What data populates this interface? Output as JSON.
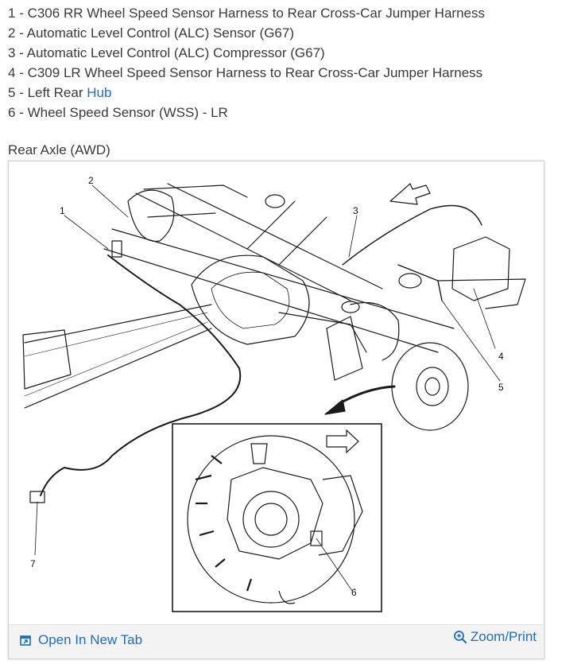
{
  "legend": [
    {
      "num": "1",
      "text": "C306 RR Wheel Speed Sensor Harness to Rear Cross-Car Jumper Harness"
    },
    {
      "num": "2",
      "text": "Automatic Level Control (ALC) Sensor (G67)"
    },
    {
      "num": "3",
      "text": "Automatic Level Control (ALC) Compressor (G67)"
    },
    {
      "num": "4",
      "text": "C309 LR Wheel Speed Sensor Harness to Rear Cross-Car Jumper Harness"
    },
    {
      "num": "5",
      "text": "Left Rear ",
      "link": "Hub"
    },
    {
      "num": "6",
      "text": "Wheel Speed Sensor (WSS) - LR"
    }
  ],
  "separator": " - ",
  "caption": "Rear Axle (AWD)",
  "callouts": [
    "1",
    "2",
    "3",
    "4",
    "5",
    "6",
    "7"
  ],
  "footer": {
    "open_tab_label": "Open In New Tab",
    "open_tab_icon": "open-new-tab-icon",
    "zoom_label": "Zoom/Print",
    "zoom_icon": "magnifier-plus-icon"
  },
  "colors": {
    "link": "#1a6fc4",
    "text": "#3a3a3a",
    "footer_bg": "#f3f3f3"
  }
}
